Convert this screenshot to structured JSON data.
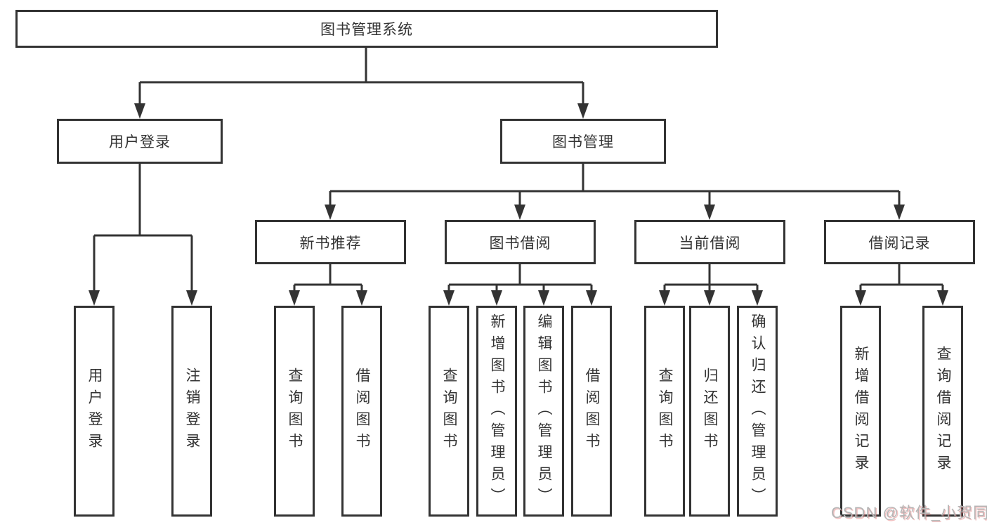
{
  "colors": {
    "line": "#333333",
    "text": "#333333",
    "watermark_gray": "#b5b5b5"
  },
  "watermark": "CSDN @软件_小贺同学",
  "tree": {
    "label": "图书管理系统",
    "children": [
      {
        "label": "用户登录",
        "children": [
          {
            "label": "用户登录"
          },
          {
            "label": "注销登录"
          }
        ]
      },
      {
        "label": "图书管理",
        "children": [
          {
            "label": "新书推荐",
            "children": [
              {
                "label": "查询图书"
              },
              {
                "label": "借阅图书"
              }
            ]
          },
          {
            "label": "图书借阅",
            "children": [
              {
                "label": "查询图书"
              },
              {
                "label": "新增图书（管理员）"
              },
              {
                "label": "编辑图书（管理员）"
              },
              {
                "label": "借阅图书"
              }
            ]
          },
          {
            "label": "当前借阅",
            "children": [
              {
                "label": "查询图书"
              },
              {
                "label": "归还图书"
              },
              {
                "label": "确认归还（管理员）"
              }
            ]
          },
          {
            "label": "借阅记录",
            "children": [
              {
                "label": "新增借阅记录"
              },
              {
                "label": "查询借阅记录"
              }
            ]
          }
        ]
      }
    ]
  }
}
